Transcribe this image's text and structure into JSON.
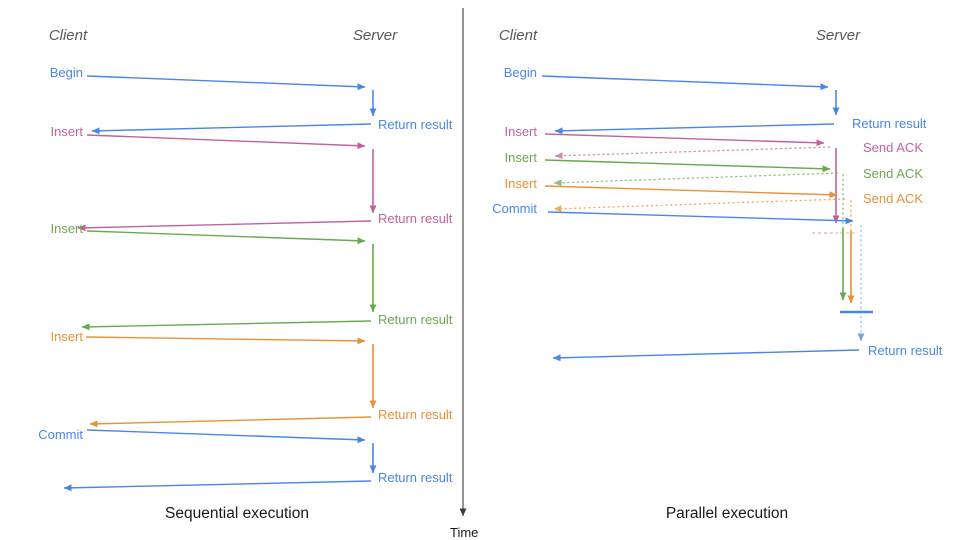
{
  "diagram": {
    "time_axis_label": "Time",
    "colors": {
      "blue": "#4a86e8",
      "blue_light": "#7baaf7",
      "pink": "#c0639b",
      "green": "#6aa84f",
      "orange": "#e69138",
      "header_gray": "#595959",
      "title_black": "#1a1a1a",
      "axis": "#3c3c3c"
    },
    "sequential": {
      "title": "Sequential execution",
      "client_header": "Client",
      "server_header": "Server",
      "ops": {
        "begin": "Begin",
        "insert1": "Insert",
        "insert2": "Insert",
        "insert3": "Insert",
        "commit": "Commit"
      },
      "returns": {
        "r1": "Return result",
        "r2": "Return result",
        "r3": "Return result",
        "r4": "Return result",
        "r5": "Return result"
      }
    },
    "parallel": {
      "title": "Parallel execution",
      "client_header": "Client",
      "server_header": "Server",
      "ops": {
        "begin": "Begin",
        "insert1": "Insert",
        "insert2": "Insert",
        "insert3": "Insert",
        "commit": "Commit"
      },
      "returns": {
        "begin": "Return result",
        "ack1": "Send ACK",
        "ack2": "Send ACK",
        "ack3": "Send ACK",
        "final": "Return result"
      }
    }
  }
}
